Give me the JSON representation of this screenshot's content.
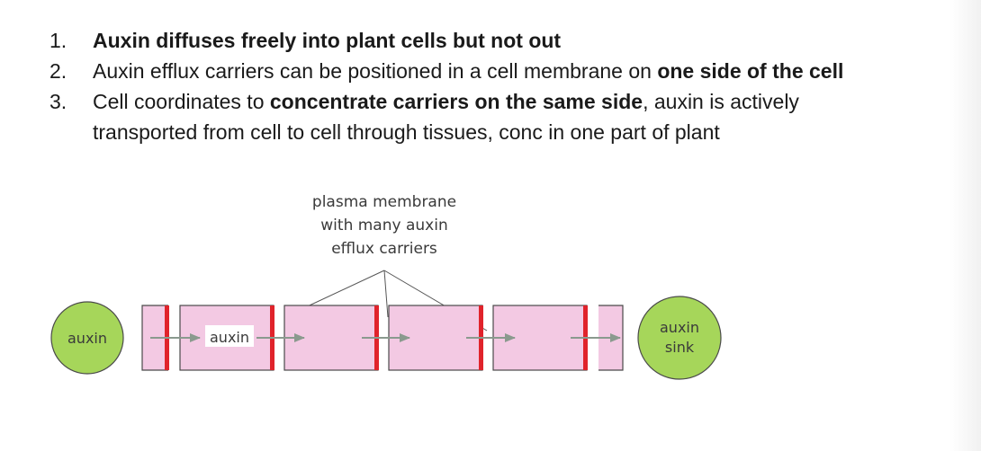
{
  "notes": [
    {
      "number": "1.",
      "segments": [
        {
          "text": "Auxin diffuses freely into plant cells but not out",
          "bold": true
        }
      ]
    },
    {
      "number": "2.",
      "segments": [
        {
          "text": "Auxin efflux carriers can be positioned in a cell membrane on ",
          "bold": false
        },
        {
          "text": "one side of the cell",
          "bold": true
        }
      ]
    },
    {
      "number": "3.",
      "segments": [
        {
          "text": "Cell coordinates to ",
          "bold": false
        },
        {
          "text": "concentrate carriers on the same side",
          "bold": true
        },
        {
          "text": ", auxin is actively",
          "bold": false
        }
      ],
      "continuation": "transported from cell to cell through tissues, conc in one part of plant"
    }
  ],
  "diagram": {
    "label_lines": [
      "plasma membrane",
      "with many auxin",
      "efflux carriers"
    ],
    "source_label": "auxin",
    "inner_label": "auxin",
    "sink_label_lines": [
      "auxin",
      "sink"
    ],
    "colors": {
      "auxin_circle": "#a6d65a",
      "cell_fill": "#f3c9e3",
      "carrier": "#e0232b",
      "arrow": "#8a9a8e",
      "outline": "#4a4a4a"
    }
  }
}
